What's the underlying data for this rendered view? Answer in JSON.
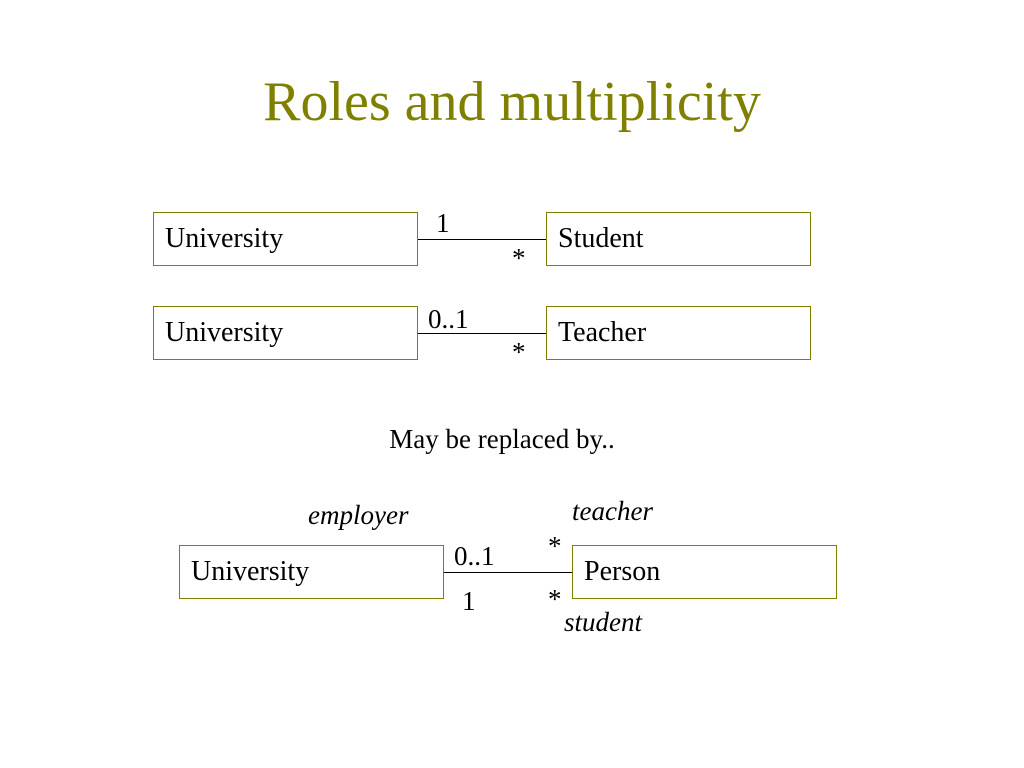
{
  "slide": {
    "title": "Roles and multiplicity",
    "title_color": "#808000",
    "box_border_color": "#808000"
  },
  "associations": [
    {
      "left_class": "University",
      "right_class": "Student",
      "left_multiplicity": "1",
      "right_multiplicity": "*"
    },
    {
      "left_class": "University",
      "right_class": "Teacher",
      "left_multiplicity": "0..1",
      "right_multiplicity": "*"
    }
  ],
  "note": "May be replaced by..",
  "roles_example": {
    "left_class": "University",
    "right_class": "Person",
    "left_role": "employer",
    "upper_left_multiplicity": "0..1",
    "upper_right_multiplicity": "*",
    "upper_right_role": "teacher",
    "lower_left_multiplicity": "1",
    "lower_right_multiplicity": "*",
    "lower_right_role": "student"
  }
}
